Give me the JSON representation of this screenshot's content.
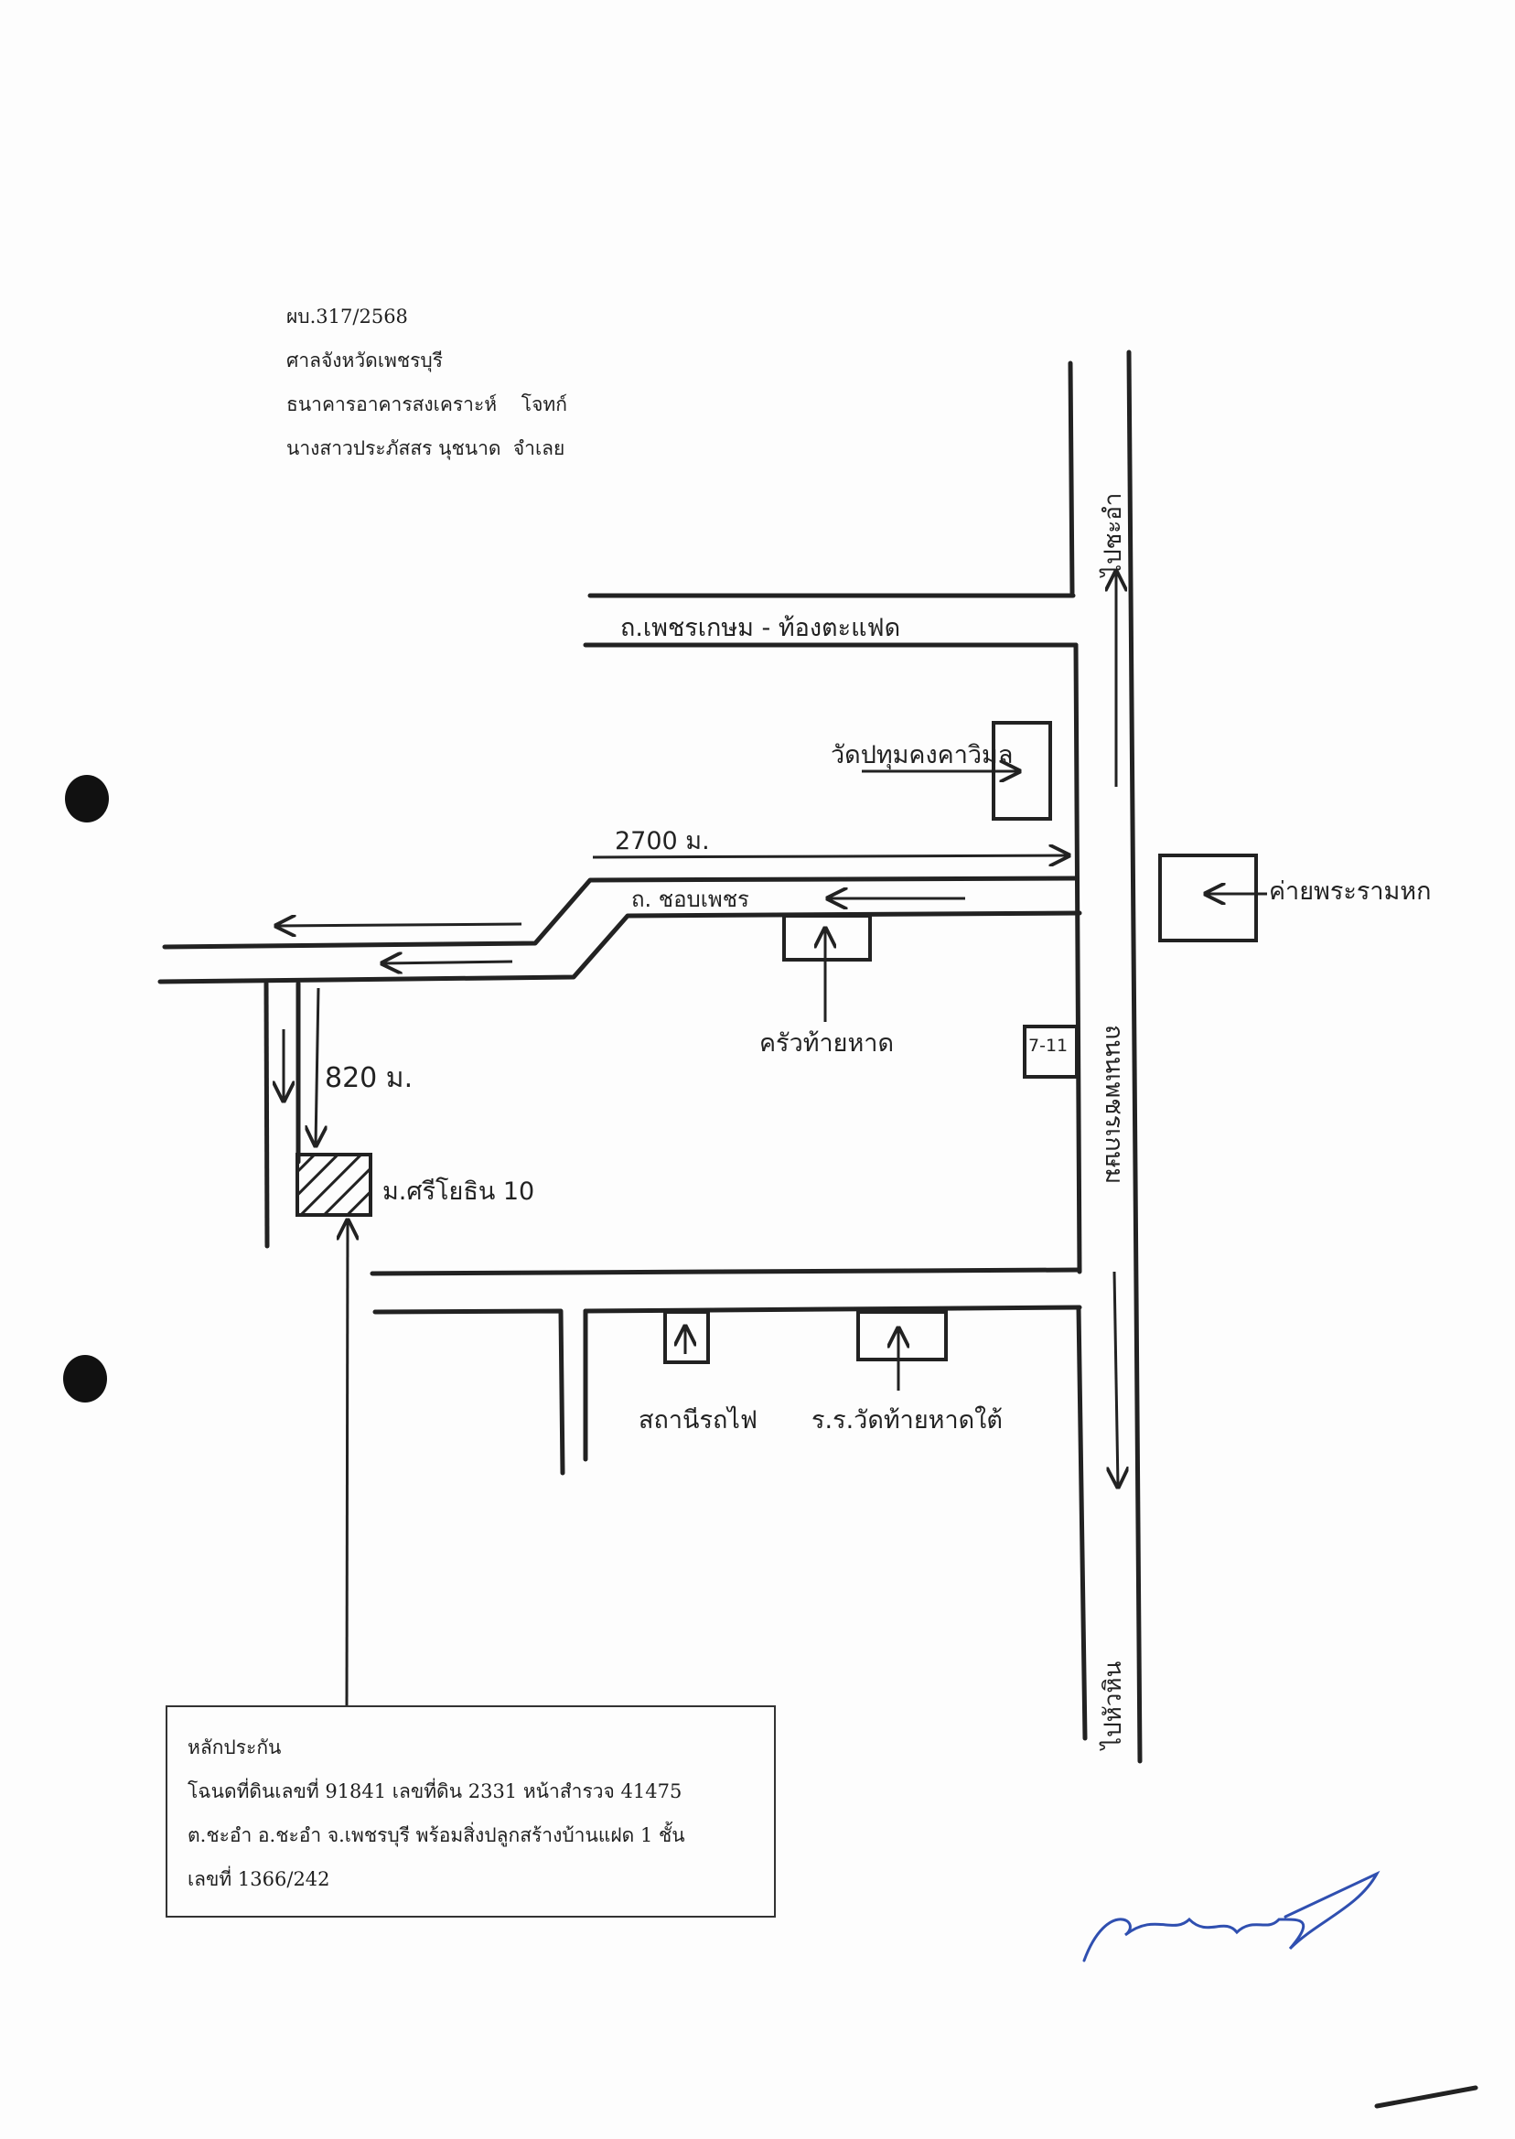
{
  "case": {
    "number": "ผบ.317/2568",
    "court": "ศาลจังหวัดเพชรบุรี",
    "plaintiff": "ธนาคารอาคารสงเคราะห์    โจทก์",
    "defendant": "นางสาวประภัสสร นุชนาด  จำเลย"
  },
  "map": {
    "labels": {
      "road_top": "ถ.เพชรเกษม - ท้องตะแฟด",
      "temple_top": "วัดปทุมคงคาวิมล",
      "distance_main": "2700 ม.",
      "road_mid": "ถ. ชอบเพชร",
      "camp": "ค่ายพระรามหก",
      "market": "ครัวท้ายหาด",
      "store": "7-11",
      "distance_soi": "820 ม.",
      "village": "ม.ศรีโยธิน 10",
      "highway": "ถนนเพชรเกษม",
      "to_north": "ไปชะอำ",
      "to_south": "ไปหัวหิน",
      "station": "สถานีรถไฟ",
      "school": "ร.ร.วัดท้ายหาดใต้"
    },
    "colors": {
      "ink": "#222222",
      "signature": "#2f4fb0"
    }
  },
  "collateral": {
    "title": "หลักประกัน",
    "line1": "โฉนดที่ดินเลขที่ 91841 เลขที่ดิน 2331  หน้าสำรวจ 41475",
    "line2": "ต.ชะอำ อ.ชะอำ จ.เพชรบุรี พร้อมสิ่งปลูกสร้างบ้านแฝด 1 ชั้น",
    "line3": "เลขที่ 1366/242"
  }
}
